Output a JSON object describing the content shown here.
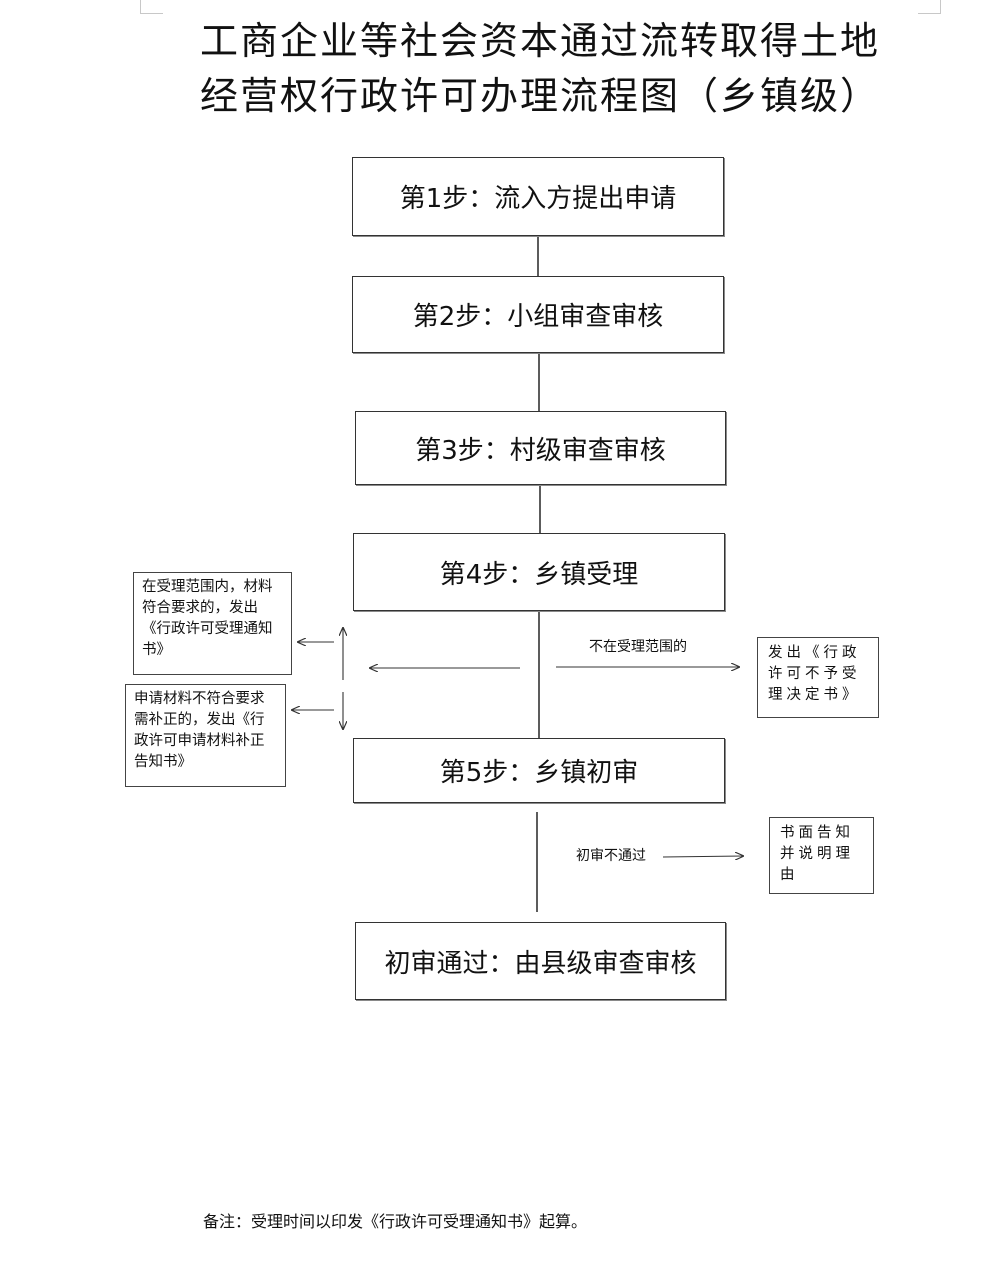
{
  "title": {
    "line1": "工商企业等社会资本通过流转取得土地",
    "line2": "经营权行政许可办理流程图（乡镇级）"
  },
  "steps": [
    {
      "label": "第1步：流入方提出申请"
    },
    {
      "label": "第2步：小组审查审核"
    },
    {
      "label": "第3步：村级审查审核"
    },
    {
      "label": "第4步：乡镇受理"
    },
    {
      "label": "第5步：乡镇初审"
    },
    {
      "label": "初审通过：由县级审查审核"
    }
  ],
  "side_boxes": {
    "accept": "在受理范围内，材料符合要求的，发出《行政许可受理通知书》",
    "supplement": "申请材料不符合要求需补正的，发出《行政许可申请材料补正告知书》",
    "reject": "发出《行政许可不予受理决定书》",
    "written_notice": "书面告知并说明理由"
  },
  "edge_labels": {
    "not_in_scope": "不在受理范围的",
    "initial_fail": "初审不通过"
  },
  "note": "备注：受理时间以印发《行政许可受理通知书》起算。"
}
